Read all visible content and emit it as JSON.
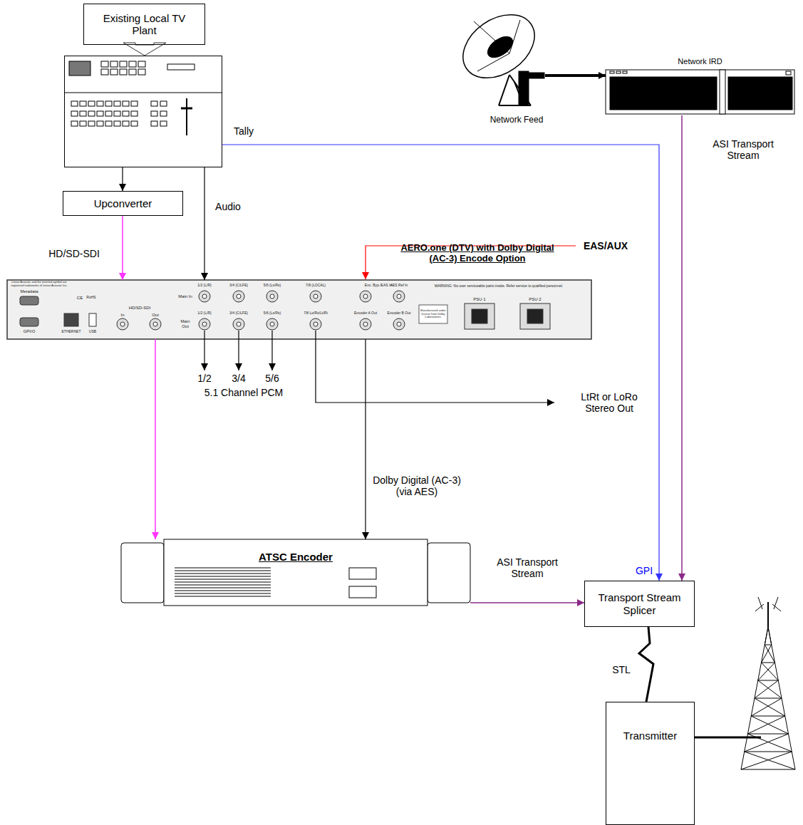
{
  "diagram": {
    "nodes": [
      {
        "text": [
          "Existing Local TV Plant"
        ]
      },
      {
        "text": []
      },
      {
        "text": [
          "Upconverter"
        ]
      },
      {
        "text": [
          "AERO.one (DTV) with Dolby Digital (AC-3) Encode Option"
        ]
      },
      {
        "text": [
          "Network Feed"
        ]
      },
      {
        "text": [
          "Network IRD"
        ]
      },
      {
        "text": [
          "ATSC Encoder"
        ]
      },
      {
        "text": [
          "Transport Stream Splicer"
        ]
      },
      {
        "text": [
          "Transmitter"
        ]
      }
    ],
    "edges": [
      {
        "from": 0,
        "to": 1,
        "arrow": "to"
      },
      {
        "from": 1,
        "to": 2,
        "arrow": "to"
      },
      {
        "from": 1,
        "to": 3,
        "arrow": "to",
        "label": "Audio"
      },
      {
        "from": 1,
        "to": 7,
        "arrow": "to",
        "label": "Tally"
      },
      {
        "from": 2,
        "to": 3,
        "arrow": "to",
        "label": "HD/SD-SDI"
      },
      {
        "from": 4,
        "to": 5,
        "arrow": "to"
      },
      {
        "from": 5,
        "to": 7,
        "arrow": "to",
        "label": "ASI Transport Stream"
      },
      {
        "from": 3,
        "to": 6,
        "arrow": "to"
      },
      {
        "from": 3,
        "to": 6,
        "arrow": "to",
        "label": "Dolby Digital (AC-3) (via AES)"
      },
      {
        "from": 6,
        "to": 7,
        "arrow": "to",
        "label": "ASI Transport Stream"
      },
      {
        "from": 7,
        "to": 8,
        "arrow": "none",
        "label": "STL"
      }
    ],
    "labels": [
      "EAS/AUX",
      "1/2",
      "3/4",
      "5/6",
      "5.1 Channel PCM",
      "LtRt or LoRo Stereo Out",
      "GPI",
      "Metadata",
      "GPI/O",
      "ETHERNET",
      "USB",
      "CE",
      "RoHS",
      "HD/SD-SDI",
      "In",
      "Out",
      "Main In",
      "Main Out",
      "1/2 (L/R)",
      "3/4 (C/LFE)",
      "5/6 (Ls/Rs)",
      "1/2 (L/R)",
      "3/4 (C/LFE)",
      "5/6 (Ls/Rs)",
      "7/8 (LOCAL)",
      "7/8 Lo/Ro/Lt/Rt",
      "Enc. Byp./EAS In",
      "AES Ref In",
      "Encoder A Out",
      "Encoder B Out",
      "WARNING: No user serviceable parts inside. Refer service to qualified personnel.",
      "PSU 1",
      "PSU 2",
      "Linear Acoustic and the inverted symbol are registered trademarks of Linear Acoustic Inc.",
      "Manufactured under license from Dolby Laboratories."
    ]
  }
}
